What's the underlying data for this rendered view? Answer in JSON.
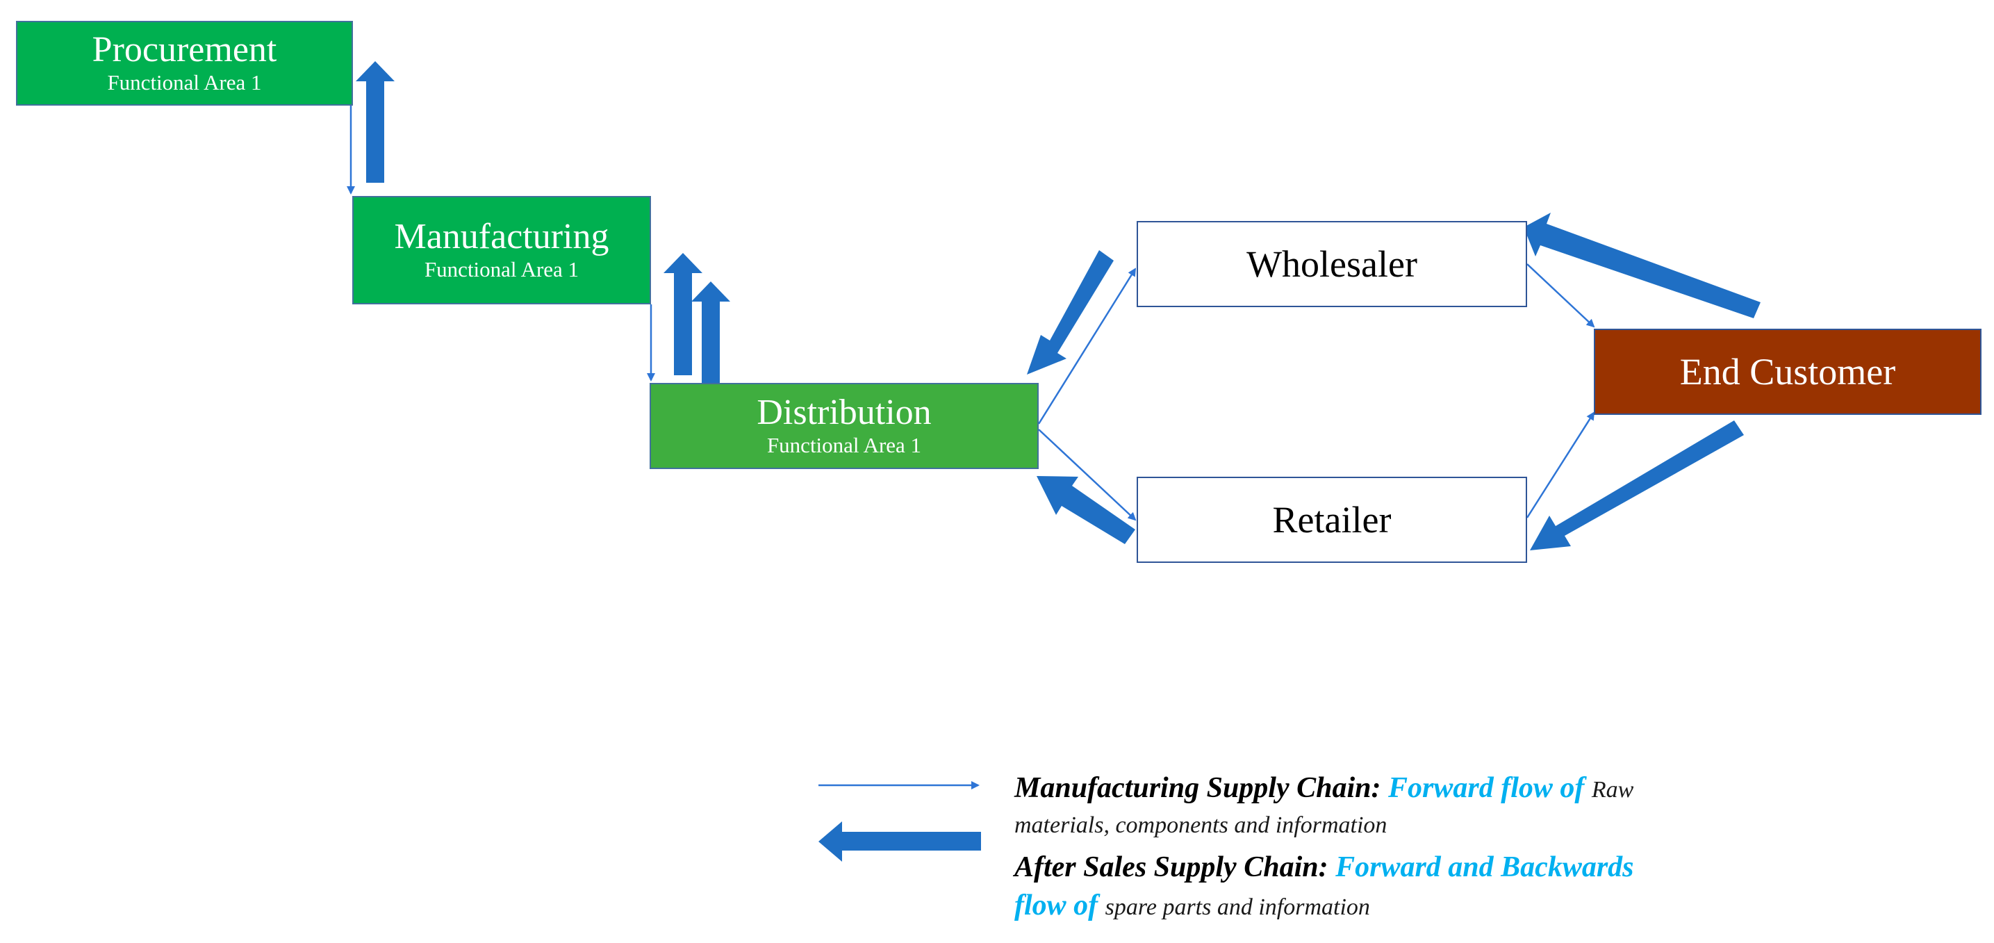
{
  "nodes": {
    "procurement": {
      "title": "Procurement",
      "subtitle": "Functional Area 1"
    },
    "manufacturing": {
      "title": "Manufacturing",
      "subtitle": "Functional Area 1"
    },
    "distribution": {
      "title": "Distribution",
      "subtitle": "Functional Area 1"
    },
    "wholesaler": {
      "title": "Wholesaler"
    },
    "retailer": {
      "title": "Retailer"
    },
    "end_customer": {
      "title": "End Customer"
    }
  },
  "legend": {
    "forward": {
      "label": "Manufacturing Supply Chain:",
      "highlight": "Forward flow of",
      "text_line1": "Raw",
      "text_line2": "materials, components  and information"
    },
    "after_sales": {
      "label": "After Sales Supply Chain:",
      "highlight_line1": "Forward  and Backwards",
      "highlight_line2": "flow of",
      "text": "spare parts and information"
    }
  },
  "colors": {
    "green_box": "#00b050",
    "distribution_box": "#3fae3f",
    "end_customer_box": "#993300",
    "thin_arrow": "#2e75d6",
    "block_arrow": "#1f6fc4",
    "highlight_text": "#00b0f0"
  }
}
